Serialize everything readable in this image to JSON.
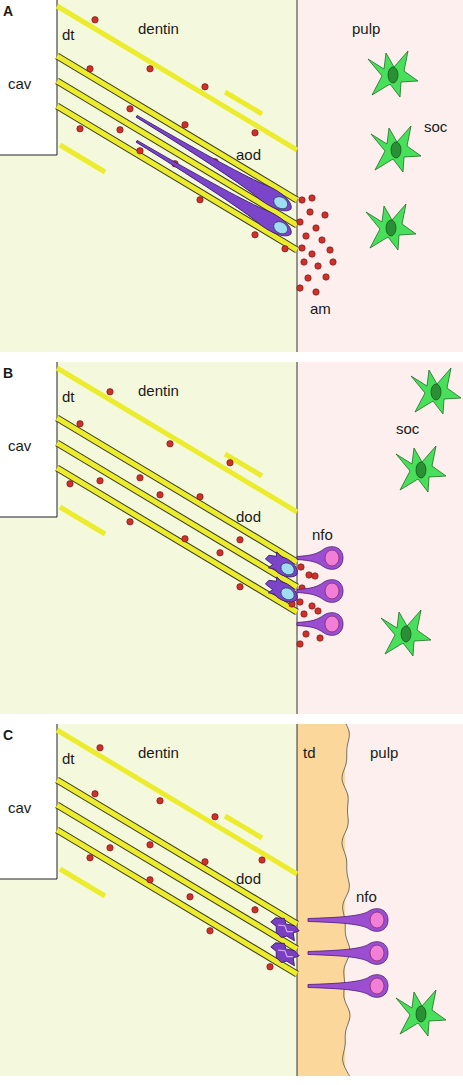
{
  "diagram": {
    "nodes": [
      {
        "text": [
          "dentin"
        ]
      },
      {
        "text": [
          "pulp"
        ]
      },
      {
        "text": [
          "dentin"
        ]
      },
      {
        "text": [
          "dentin"
        ]
      },
      {
        "text": [
          "td"
        ]
      },
      {
        "text": [
          "pulp"
        ]
      }
    ],
    "labels": [
      "A",
      "cav",
      "dt",
      "aod",
      "soc",
      "am",
      "B",
      "cav",
      "dt",
      "soc",
      "dod",
      "nfo",
      "C",
      "cav",
      "dt",
      "dod",
      "nfo"
    ]
  }
}
